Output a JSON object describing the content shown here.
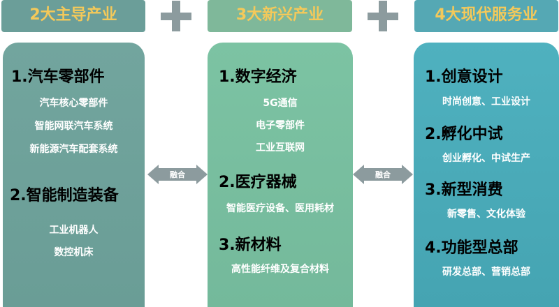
{
  "headers": [
    "2大主导产业",
    "3大新兴产业",
    "4大现代服务业"
  ],
  "arrows": {
    "label": "融合"
  },
  "col1": {
    "sections": [
      {
        "title": "1.汽车零部件",
        "items": [
          "汽车核心零部件",
          "智能网联汽车系统",
          "新能源汽车配套系统"
        ]
      },
      {
        "title": "2.智能制造装备",
        "items": [
          "工业机器人",
          "数控机床"
        ]
      }
    ]
  },
  "col2": {
    "sections": [
      {
        "title": "1.数字经济",
        "items": [
          "5G通信",
          "电子零部件",
          "工业互联网"
        ]
      },
      {
        "title": "2.医疗器械",
        "items": [
          "智能医疗设备、医用耗材"
        ]
      },
      {
        "title": "3.新材料",
        "items": [
          "高性能纤维及复合材料"
        ]
      }
    ]
  },
  "col3": {
    "sections": [
      {
        "title": "1.创意设计",
        "items": [
          "时尚创意、工业设计"
        ]
      },
      {
        "title": "2.孵化中试",
        "items": [
          "创业孵化、中试生产"
        ]
      },
      {
        "title": "3.新型消费",
        "items": [
          "新零售、文化体验"
        ]
      },
      {
        "title": "4.功能型总部",
        "items": [
          "研发总部、营销总部"
        ]
      }
    ]
  },
  "colors": {
    "header_text": "#f4c95a",
    "col1": "#6b9e99",
    "col2": "#7fb89a",
    "col3": "#55a8b4",
    "plus": "#8c9b9e",
    "arrow": "#8c9b9e"
  }
}
